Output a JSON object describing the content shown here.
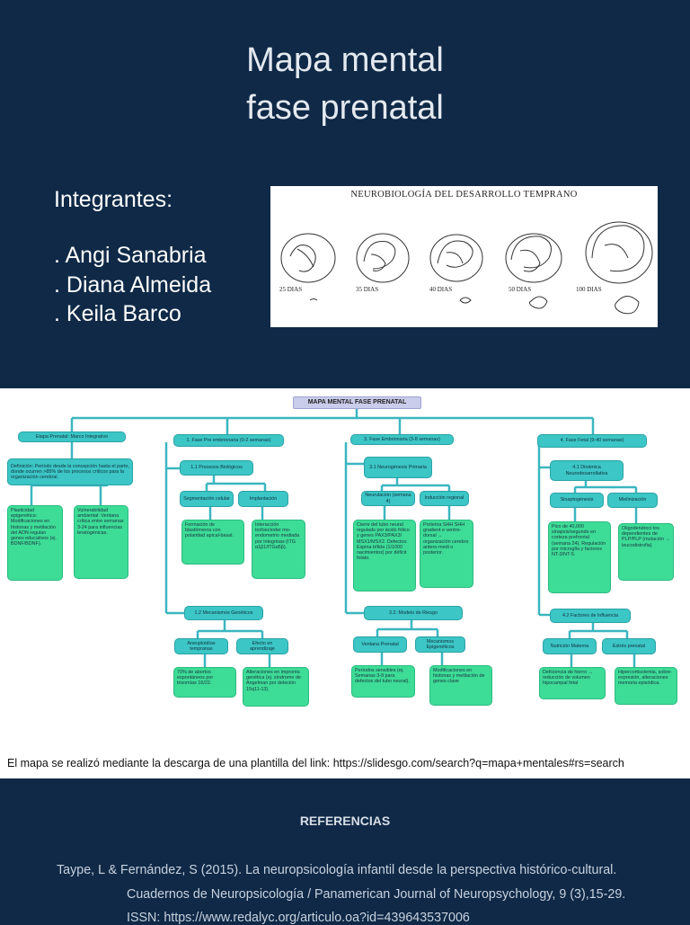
{
  "title": {
    "line1": "Mapa mental",
    "line2": "fase prenatal"
  },
  "members": {
    "heading": "Integrantes:",
    "names": [
      ". Angi Sanabria",
      ". Diana Almeida",
      ". Keila Barco"
    ]
  },
  "embryo_figure": {
    "title": "NEUROBIOLOGÍA DEL DESARROLLO TEMPRANO",
    "labels": [
      "25 DIAS",
      "35 DIAS",
      "40 DIAS",
      "50 DIAS",
      "100 DIAS"
    ]
  },
  "mind_map": {
    "root": "MAPA MENTAL FASE PRENATAL",
    "stage": "Etapa Prenatal: Marco Integrativo",
    "definition": "Definición: Período desde la concepción hasta el parto, donde ocurren >85% de los procesos críticos para la organización cerebral.",
    "plasticity": "Plasticidad epigenética: Modificaciones en histonas y metilación del ADN regulan genes educativos (ej. BDNF/BDNF).",
    "vulnerability": "Vulnerabilidad ambiental: Ventana crítica entre semanas 3-24 para influencias teratogénicas.",
    "b1": {
      "title": "1. Fase Pre embrionaria (0-2 semanas)",
      "sub1": "1.1 Procesos Biológicos",
      "seg": "Segmentación celular",
      "impl": "Implantación",
      "seg_txt": "Formación de blastómeros con polaridad apical-basal.",
      "impl_txt": "Interacción trofoectoder mo-endometrio mediada por integrinas (ITG α1β1/ITGα5β).",
      "sub2": "1.2 Mecanismos Genéticos",
      "aneu": "Aneuploidías tempranas",
      "efecto": "Efecto en aprendizaje",
      "aneu_txt": "70% de abortos espontáneos por trisomías 16/22.",
      "efecto_txt": "Alteraciones en impronta genética (ej. síndrome de Angelman por deleción 15q11-13)."
    },
    "b3": {
      "title": "3. Fase Embrionaria (3-8 semanas)",
      "sub1": "3.1 Neurogénesis Primaria",
      "neu": "Neurulación (semana 4)",
      "ind": "Inducción regional",
      "neu_txt": "Cierre del tubo neural regulado por ácido fólico y genes PAX3/PAX3/ MSX1/MSX2. Defectos: Espina bífida (1/1000 nacimientos) por déficit folato.",
      "ind_txt": "Proteína SHH SHH gradient e ventro-dorsal → organización cerebro antero-medi o posterior.",
      "sub2": "3.2. Modelo de Riesgo",
      "vent": "Ventana Prenatal",
      "mec": "Mecanismos Epigenéticos",
      "vent_txt": "Períodos sensibles (ej. Semanas 3-8 para defectos del tubo neural).",
      "mec_txt": "Modificaciones en histonas y metilación de genes clase"
    },
    "b4": {
      "title": "4. Fase Fetal (9-40 semanas)",
      "sub1": "4.1 Dinámica Neurodesarrollativa",
      "sin": "Sinaptogénesis",
      "mie": "Mielinización",
      "sin_txt": "Pico de 40,000 sinapsis/segundo en corteza prefrontal (semana 24). Regulación por microglía y factores NT-3/NT-5.",
      "mie_txt": "Oligodendroci tos dependientes de PLP/PLP (mutación → leucodistrofia)",
      "sub2": "4.2 Factores de Influencia",
      "nut": "Nutrición Materna",
      "est": "Estrés prenatal",
      "nut_txt": "Deficiencia de hierro → reducción de volumen hipocampal fetal",
      "est_txt": "Hipercortisolemia, sobre-expresión, alteraciones memoria episódica."
    }
  },
  "source_note": "El mapa se realizó mediante la descarga de una plantilla del link: https://slidesgo.com/search?q=mapa+mentales#rs=search",
  "references": {
    "heading": "REFERENCIAS",
    "line1": "Taype, L & Fernández, S (2015). La neuropsicología infantil desde la perspectiva histórico-cultural.",
    "line2": "Cuadernos de Neuropsicología / Panamerican Journal of Neuropsychology, 9 (3),15-29.",
    "line3": "ISSN: https://www.redalyc.org/articulo.oa?id=439643537006"
  }
}
